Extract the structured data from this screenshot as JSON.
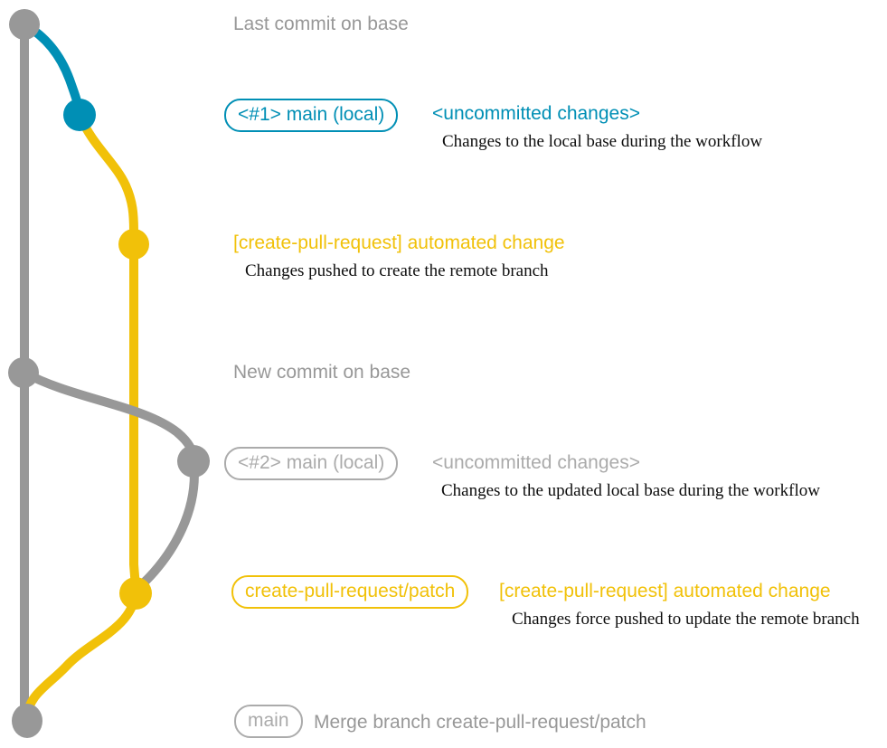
{
  "colors": {
    "background": "#ffffff",
    "gray": "#989898",
    "graysoft": "#ababab",
    "blue": "#008fb5",
    "yellow": "#f1c109",
    "ink": "#0d0d0d"
  },
  "graph": {
    "branches": [
      {
        "name": "base",
        "color": "#989898"
      },
      {
        "name": "main (local)",
        "color": "#008fb5"
      },
      {
        "name": "create-pull-request/patch",
        "color": "#f1c109"
      }
    ],
    "commits": [
      {
        "id": "last-commit-on-base",
        "branch": "base",
        "color": "gray"
      },
      {
        "id": "uncommitted-changes-1",
        "branch": "main (local)",
        "color": "blue"
      },
      {
        "id": "automated-change-1",
        "branch": "create-pull-request/patch",
        "color": "yellow"
      },
      {
        "id": "new-commit-on-base",
        "branch": "base",
        "color": "gray"
      },
      {
        "id": "uncommitted-changes-2",
        "branch": "main (local)",
        "color": "gray"
      },
      {
        "id": "automated-change-2",
        "branch": "create-pull-request/patch",
        "color": "yellow"
      },
      {
        "id": "merge-commit",
        "branch": "base",
        "color": "gray"
      }
    ]
  },
  "notes": {
    "last_commit_on_base": "Last commit on base",
    "new_commit_on_base": "New commit on base"
  },
  "events": [
    {
      "branch_label": "<#1> main (local)",
      "title": "<uncommitted changes>",
      "description": "Changes to the local base during the workflow"
    },
    {
      "title": "[create-pull-request] automated change",
      "description": "Changes pushed to create the remote branch"
    },
    {
      "branch_label": "<#2> main (local)",
      "title": "<uncommitted changes>",
      "description": "Changes to the updated local base during the workflow"
    },
    {
      "branch_label": "create-pull-request/patch",
      "title": "[create-pull-request] automated change",
      "description": "Changes force pushed to update the remote branch"
    },
    {
      "branch_label": "main",
      "title": "Merge branch create-pull-request/patch"
    }
  ]
}
